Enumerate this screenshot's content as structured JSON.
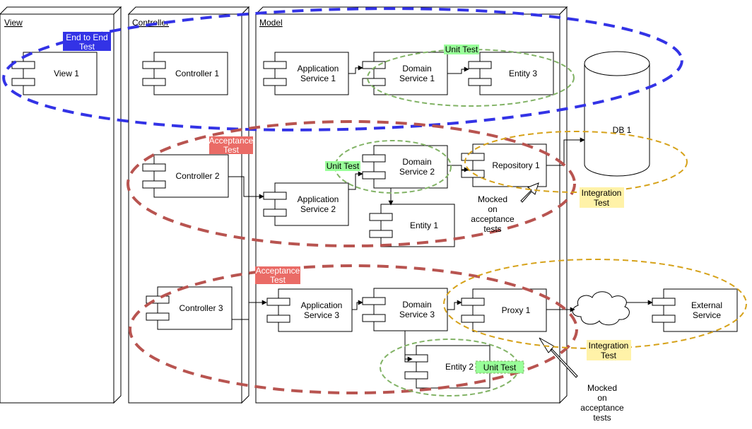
{
  "lanes": {
    "view": "View",
    "controller": "Controller",
    "model": "Model"
  },
  "components": {
    "view1": "View 1",
    "controller1": "Controller 1",
    "controller2": "Controller 2",
    "controller3": "Controller 3",
    "app_service1": [
      "Application",
      "Service 1"
    ],
    "app_service2": [
      "Application",
      "Service 2"
    ],
    "app_service3": [
      "Application",
      "Service 3"
    ],
    "domain_service1": [
      "Domain",
      "Service 1"
    ],
    "domain_service2": [
      "Domain",
      "Service 2"
    ],
    "domain_service3": [
      "Domain",
      "Service 3"
    ],
    "entity1": "Entity 1",
    "entity2": "Entity 2",
    "entity3": "Entity 3",
    "repository1": "Repository 1",
    "proxy1": "Proxy 1",
    "external_service": [
      "External",
      "Service"
    ],
    "db1": "DB 1"
  },
  "labels": {
    "end_to_end": [
      "End  to End",
      "Test"
    ],
    "acceptance_1": [
      "Acceptance",
      "Test"
    ],
    "acceptance_2": [
      "Acceptance",
      "Test"
    ],
    "unit_1": "Unit Test",
    "unit_2": "Unit Test",
    "unit_3": "Unit Test",
    "integration_1": [
      "Integration",
      "Test"
    ],
    "integration_2": [
      "Integration",
      "Test"
    ],
    "mocked_1": [
      "Mocked",
      "on",
      "acceptance",
      "tests"
    ],
    "mocked_2": [
      "Mocked",
      "on",
      "acceptance",
      "tests"
    ]
  },
  "colors": {
    "end_to_end": "#3333e6",
    "acceptance": "#b85450",
    "unit": "#82b366",
    "integration": "#d6a21a",
    "end_to_end_label_bg": "#3333e6",
    "acceptance_label_bg": "#ea6b66",
    "unit_label_bg": "#99ff99",
    "integration_label_bg": "#fff2a8"
  }
}
